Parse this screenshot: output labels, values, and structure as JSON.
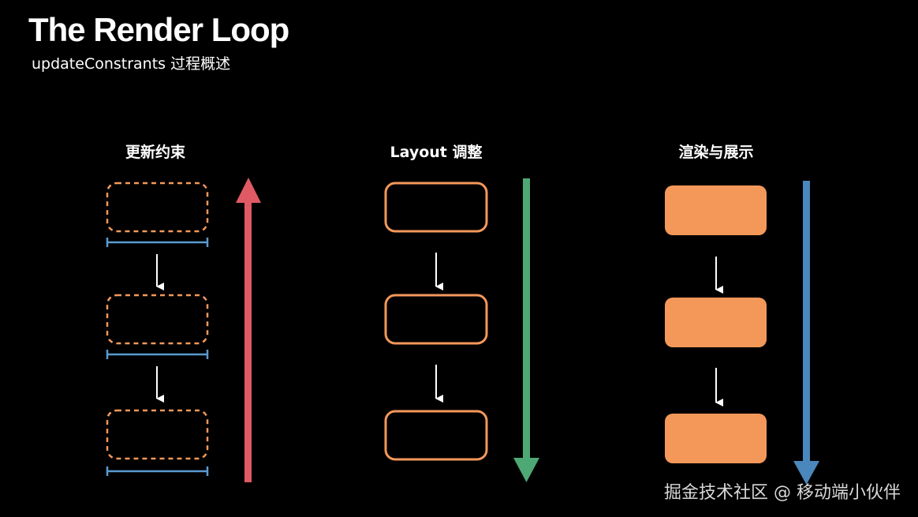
{
  "slide": {
    "title": "The Render Loop",
    "subtitle": "updateConstrants 过程概述"
  },
  "columns": [
    {
      "heading": "更新约束",
      "box_style": "dashed",
      "arrow_direction": "up",
      "arrow_color": "#e05a64"
    },
    {
      "heading": "Layout 调整",
      "box_style": "outlined",
      "arrow_direction": "down",
      "arrow_color": "#4ea874"
    },
    {
      "heading": "渲染与展示",
      "box_style": "filled",
      "arrow_direction": "down",
      "arrow_color": "#4a87bd"
    }
  ],
  "colors": {
    "background": "#000000",
    "box_orange": "#f4985a",
    "constraint_line_blue": "#5a9bd0",
    "connector_white": "#ffffff"
  },
  "watermark": "掘金技术社区 @ 移动端小伙伴"
}
